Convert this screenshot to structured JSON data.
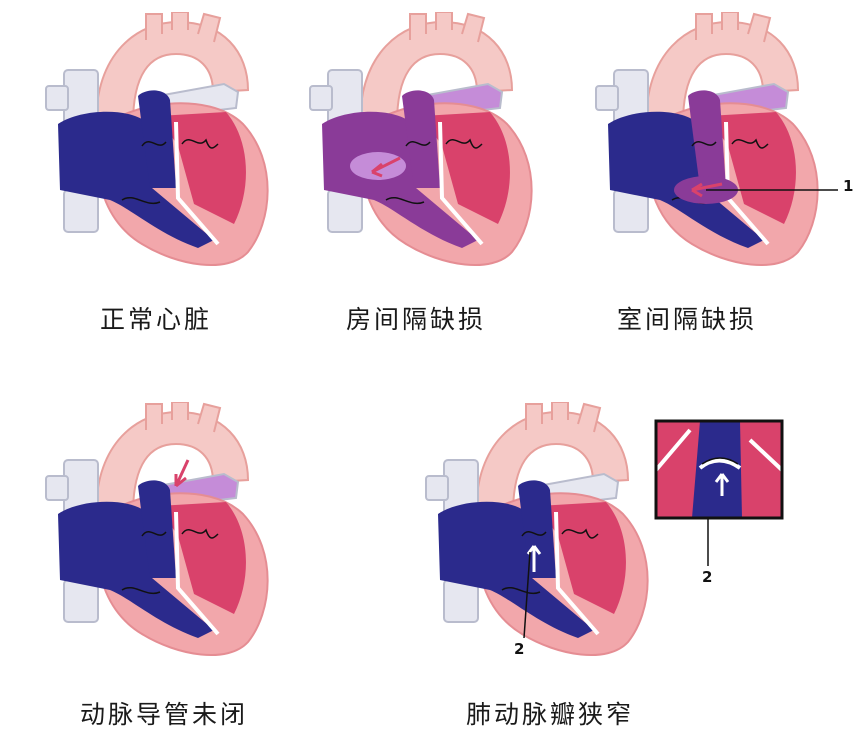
{
  "colors": {
    "aorta": "#f5c9c6",
    "aorta_stroke": "#e7a09c",
    "outer": "#f2a7ab",
    "left_chamber": "#d9426b",
    "right_chamber": "#2b2a8c",
    "vena_cava": "#e6e7f0",
    "vena_cava_stroke": "#b9bccd",
    "mixed_blood": "#8a3b98",
    "mixed_light": "#c58cd8",
    "arrow": "#d9426b",
    "white_wall": "#ffffff",
    "inset_border": "#111111"
  },
  "panels": [
    {
      "caption": "正常心脏",
      "variant": "normal"
    },
    {
      "caption": "房间隔缺损",
      "variant": "asd"
    },
    {
      "caption": "室间隔缺损",
      "variant": "vsd"
    },
    {
      "caption": "动脉导管未闭",
      "variant": "pda"
    },
    {
      "caption": "肺动脉瓣狭窄",
      "variant": "ps"
    }
  ],
  "callouts": {
    "vsd_label": "1",
    "ps_label": "2",
    "inset_label": "2"
  }
}
